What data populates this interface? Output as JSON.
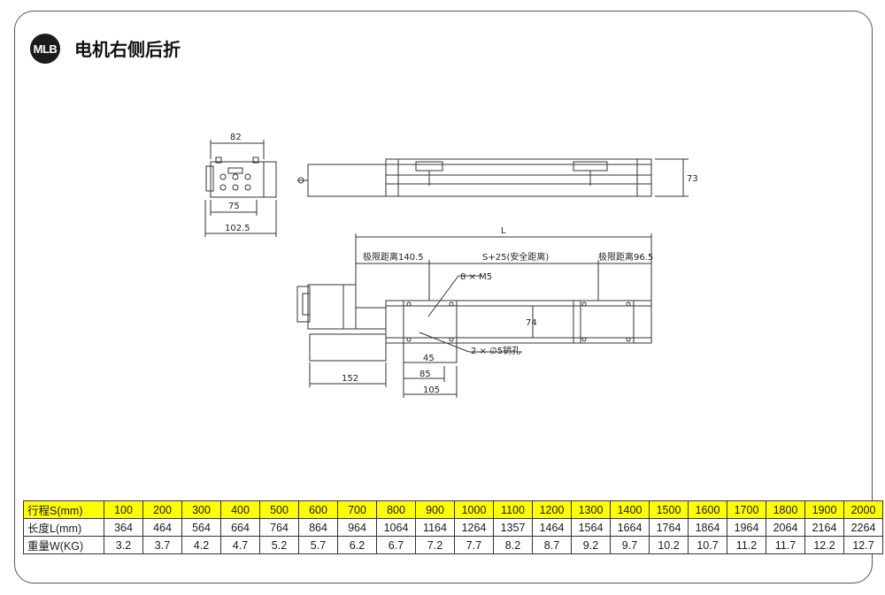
{
  "header": {
    "badge": "MLB",
    "title": "电机右侧后折"
  },
  "drawing": {
    "dims": {
      "d82": "82",
      "d75": "75",
      "d102_5": "102.5",
      "d73": "73",
      "dL": "L",
      "limit_left": "极限距离140.5",
      "stroke_safe": "S+25(安全距离)",
      "limit_right": "极限距离96.5",
      "m5": "8 × M5",
      "d74": "74",
      "pin_hole": "2 × ∅5销孔",
      "d45": "45",
      "d85": "85",
      "d105": "105",
      "d152": "152"
    }
  },
  "table": {
    "rows": [
      {
        "label": "行程S(mm)",
        "values": [
          "100",
          "200",
          "300",
          "400",
          "500",
          "600",
          "700",
          "800",
          "900",
          "1000",
          "1100",
          "1200",
          "1300",
          "1400",
          "1500",
          "1600",
          "1700",
          "1800",
          "1900",
          "2000"
        ]
      },
      {
        "label": "长度L(mm)",
        "values": [
          "364",
          "464",
          "564",
          "664",
          "764",
          "864",
          "964",
          "1064",
          "1164",
          "1264",
          "1357",
          "1464",
          "1564",
          "1664",
          "1764",
          "1864",
          "1964",
          "2064",
          "2164",
          "2264"
        ]
      },
      {
        "label": "重量W(KG)",
        "values": [
          "3.2",
          "3.7",
          "4.2",
          "4.7",
          "5.2",
          "5.7",
          "6.2",
          "6.7",
          "7.2",
          "7.7",
          "8.2",
          "8.7",
          "9.2",
          "9.7",
          "10.2",
          "10.7",
          "11.2",
          "11.7",
          "12.2",
          "12.7"
        ]
      }
    ]
  }
}
